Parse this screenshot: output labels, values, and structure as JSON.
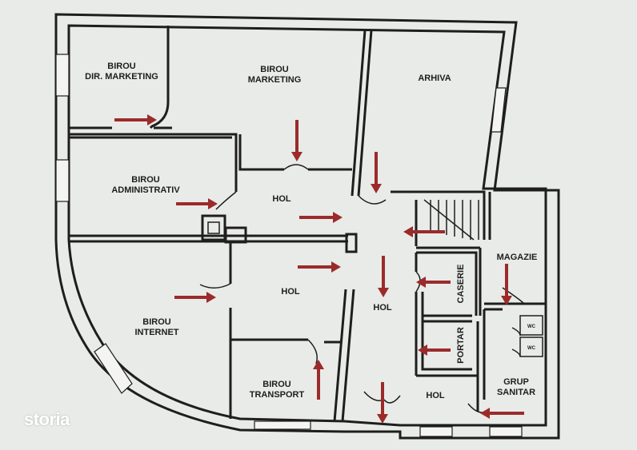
{
  "rooms": {
    "birou_dir_marketing": "BIROU\nDIR. MARKETING",
    "birou_marketing": "BIROU\nMARKETING",
    "arhiva": "ARHIVA",
    "birou_administrativ": "BIROU\nADMINISTRATIV",
    "hol_1": "HOL",
    "hol_2": "HOL",
    "hol_3": "HOL",
    "hol_4": "HOL",
    "magazie": "MAGAZIE",
    "caserie": "CASERIE",
    "portar": "PORTAR",
    "birou_internet": "BIROU\nINTERNET",
    "birou_transport": "BIROU\nTRANSPORT",
    "grup_sanitar": "GRUP\nSANITAR",
    "wc_1": "WC",
    "wc_2": "WC"
  },
  "watermark": "storia",
  "colors": {
    "wall": "#1e1e1e",
    "arrow": "#9b2b2b",
    "background": "#e9ebe8"
  }
}
